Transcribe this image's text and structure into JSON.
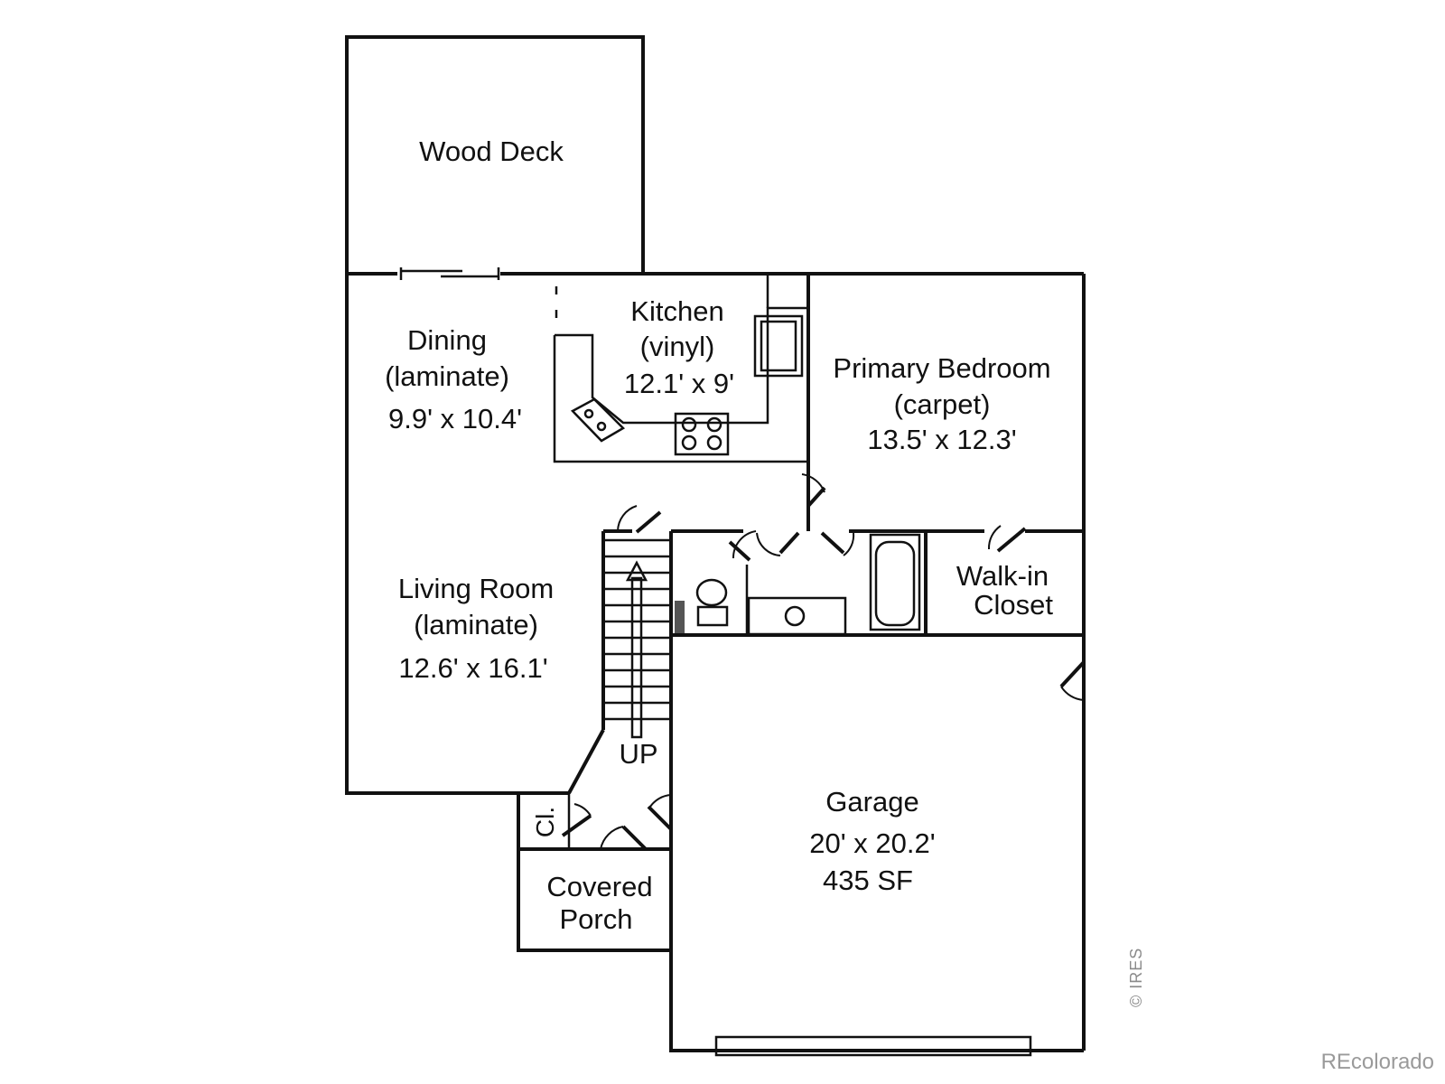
{
  "rooms": {
    "wood_deck": {
      "name": "Wood Deck"
    },
    "dining": {
      "name": "Dining",
      "floor": "(laminate)",
      "size": "9.9' x 10.4'"
    },
    "kitchen": {
      "name": "Kitchen",
      "floor": "(vinyl)",
      "size": "12.1' x 9'"
    },
    "primary_bedroom": {
      "name": "Primary Bedroom",
      "floor": "(carpet)",
      "size": "13.5' x 12.3'"
    },
    "walk_in_closet": {
      "line1": "Walk-in",
      "line2": "Closet"
    },
    "living_room": {
      "name": "Living Room",
      "floor": "(laminate)",
      "size": "12.6' x 16.1'"
    },
    "stairs": {
      "label": "UP"
    },
    "closet": {
      "label": "Cl."
    },
    "covered_porch": {
      "line1": "Covered",
      "line2": "Porch"
    },
    "garage": {
      "name": "Garage",
      "size": "20' x 20.2'",
      "area": "435 SF"
    }
  },
  "watermarks": {
    "ires": "© IRES",
    "recolorado": "REcolorado"
  },
  "colors": {
    "wall": "#111111",
    "background": "#ffffff",
    "watermark": "#9a9a9a"
  }
}
